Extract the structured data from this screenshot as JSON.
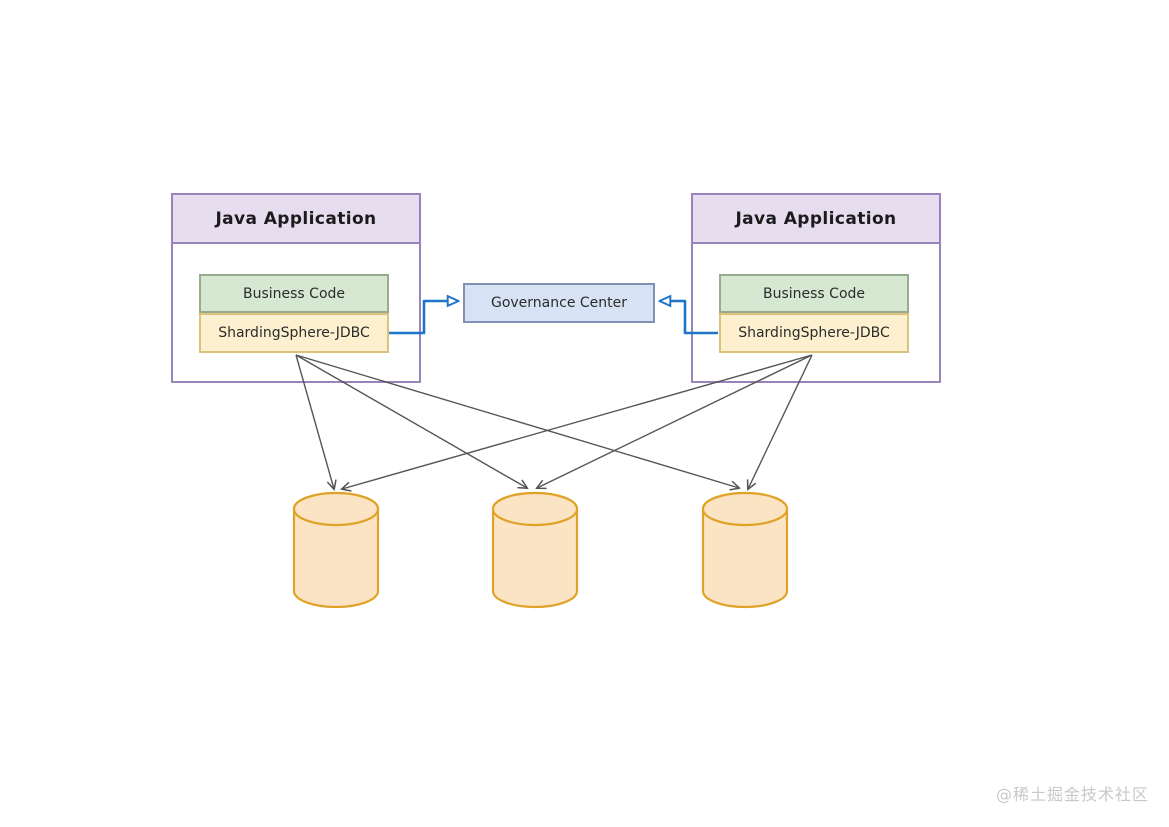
{
  "apps": [
    {
      "title": "Java Application",
      "layers": {
        "business": "Business Code",
        "jdbc": "ShardingSphere-JDBC"
      }
    },
    {
      "title": "Java Application",
      "layers": {
        "business": "Business Code",
        "jdbc": "ShardingSphere-JDBC"
      }
    }
  ],
  "governance_center": {
    "label": "Governance Center"
  },
  "databases": [
    {
      "icon": "database-cylinder"
    },
    {
      "icon": "database-cylinder"
    },
    {
      "icon": "database-cylinder"
    }
  ],
  "watermark": {
    "text": "@稀土掘金技术社区"
  },
  "colors": {
    "app_header_fill": "#E6DDEE",
    "app_border": "#9684BA",
    "business_fill": "#D7E8D2",
    "business_border": "#96AC8D",
    "jdbc_fill": "#FCF0CF",
    "jdbc_border": "#DCC27A",
    "governance_fill": "#D7E3F4",
    "governance_border": "#8191B4",
    "database_fill": "#FAE4C4",
    "database_border": "#E0A328",
    "connector_blue": "#1E74C8",
    "arrow_gray": "#555555",
    "watermark_gray": "#C8C8C8"
  }
}
